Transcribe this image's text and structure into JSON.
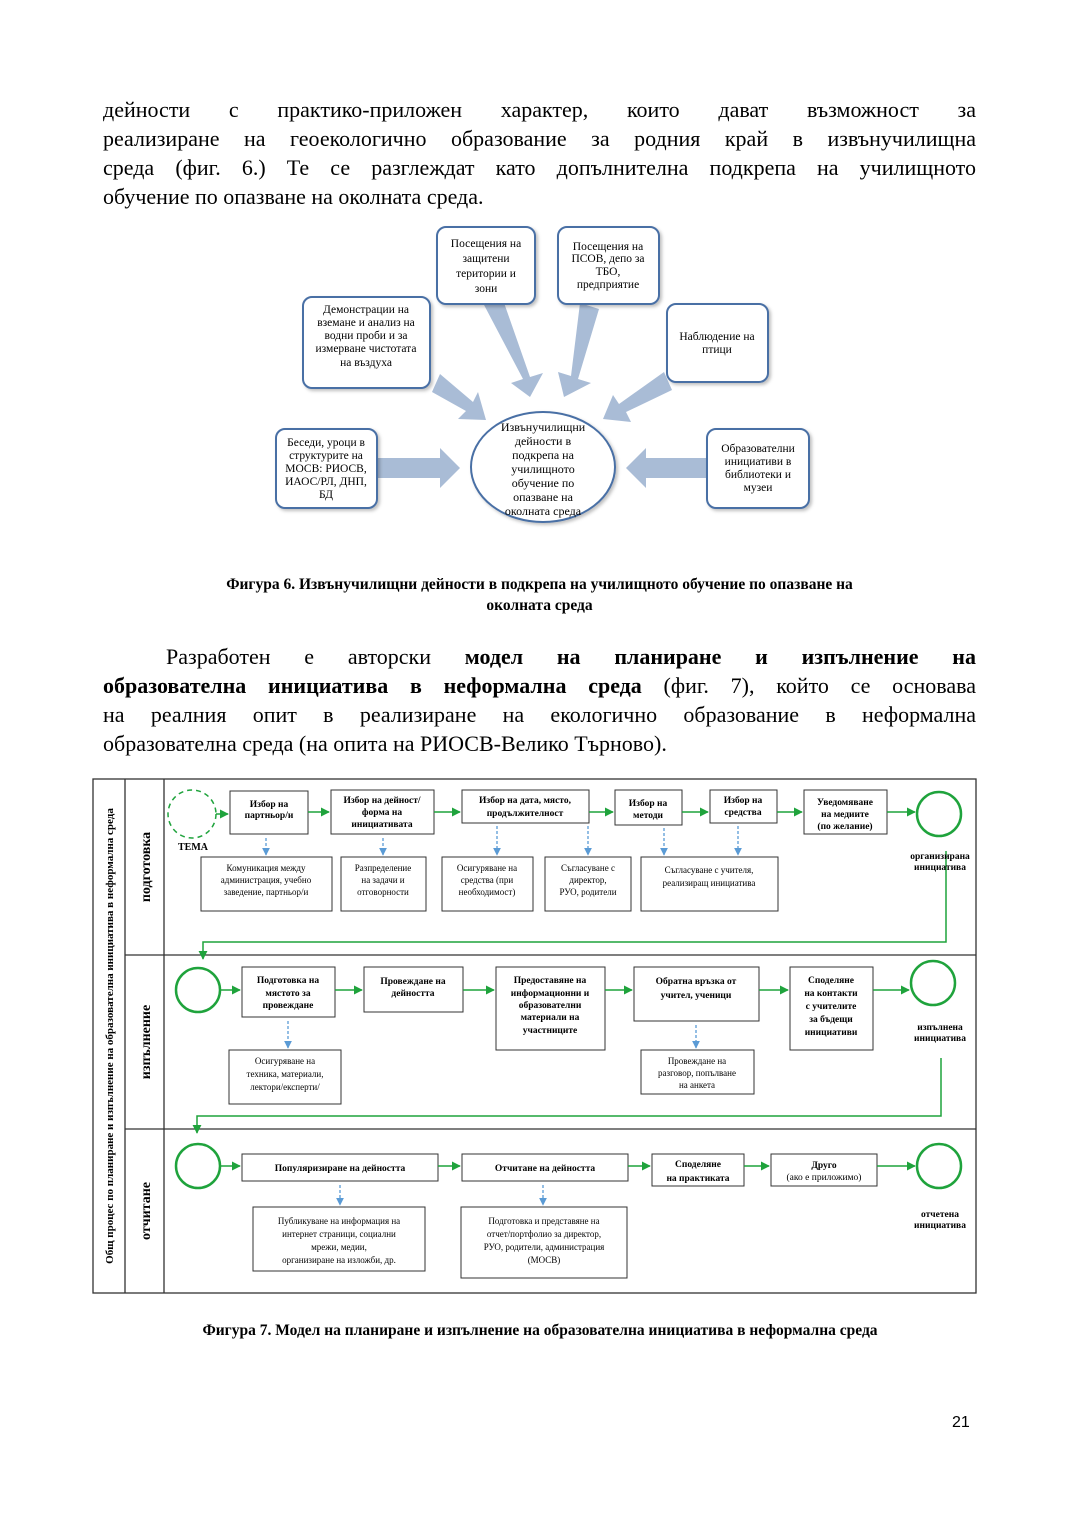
{
  "paragraph1": {
    "lines": [
      "дейности с практико-приложен характер, които дават възможност за",
      "реализиране на геоекологично образование за родния край в извънучилищна",
      "среда (фиг. 6.) Те се разглеждат като допълнителна подкрепа на училищното",
      "обучение по опазване на околната среда."
    ]
  },
  "figure6": {
    "center": [
      "Извънучилищни",
      "дейности в",
      "подкрепа на",
      "училищното",
      "обучение по",
      "опазване на",
      "околната среда"
    ],
    "boxes": {
      "top_left": [
        "Посещения на",
        "защитени",
        "територии и",
        "зони"
      ],
      "top_right": [
        "Посещения на",
        "ПСОВ, депо за",
        "ТБО,",
        "предприятие"
      ],
      "mid_left": [
        "Демонстрации на",
        "вземане и анализ на",
        "водни проби и за",
        "измерване чистотата",
        "на въздуха"
      ],
      "mid_right": [
        "Наблюдение на",
        "птици"
      ],
      "low_left": [
        "Беседи, уроци в",
        "структурите на",
        "МОСВ: РИОСВ,",
        "ИАОС/РЛ, ДНП,",
        "БД"
      ],
      "low_right": [
        "Образователни",
        "инициативи в",
        "библиотеки и",
        "музеи"
      ]
    },
    "caption": [
      "Фигура 6. Извънучилищни дейности в подкрепа на училищното обучение по опазване на",
      "околната среда"
    ]
  },
  "paragraph2": {
    "line1": {
      "normal": "Разработен е авторски ",
      "bold": "модел на планиране и изпълнение на"
    },
    "line2": {
      "bold": "образователна инициатива в неформална среда",
      "normal": " (фиг. 7), който се основава"
    },
    "line3": "на реалния опит в реализиране на екологично образование в неформална",
    "line4": "образователна среда (на опита на РИОСВ-Велико Търново)."
  },
  "figure7": {
    "vertical_title": "Общ процес по планиране и изпълнение на образователна инициатива в неформална среда",
    "lanes": [
      "подготовка",
      "изпълнение",
      "отчитане"
    ],
    "lane1": {
      "start_label": "ТЕМА",
      "steps": [
        [
          "Избор на",
          "партньор/и"
        ],
        [
          "Избор на дейност/",
          "форма на",
          "инициативата"
        ],
        [
          "Избор на дата, място,",
          "продължителност"
        ],
        [
          "Избор на",
          "методи"
        ],
        [
          "Избор на",
          "средства"
        ],
        [
          "Уведомяване",
          "на медиите",
          "(по желание)"
        ]
      ],
      "subs": [
        [
          "Комуникация между",
          "администрация, учебно",
          "заведение, партньор/и"
        ],
        [
          "Разпределение",
          "на задачи и",
          "отговорности"
        ],
        [
          "Осигуряване на",
          "средства (при",
          "необходимост)"
        ],
        [
          "Съгласуване с",
          "директор,",
          "РУО, родители"
        ],
        [
          "Съгласуване с учителя,",
          "реализиращ инициатива"
        ]
      ],
      "end_label": [
        "организирана",
        "инициатива"
      ]
    },
    "lane2": {
      "steps": [
        [
          "Подготовка на",
          "мястото за",
          "провеждане"
        ],
        [
          "Провеждане на",
          "дейността"
        ],
        [
          "Предоставяне на",
          "информационни и",
          "образователни",
          "материали на",
          "участниците"
        ],
        [
          "Обратна връзка от",
          "учител, ученици"
        ],
        [
          "Споделяне",
          "на контакти",
          "с учителите",
          "за бъдещи",
          "инициативи"
        ]
      ],
      "subs": [
        [
          "Осигуряване на",
          "техника, материали,",
          "лектори/експерти/"
        ],
        [
          "Провеждане на",
          "разговор, попълване",
          "на анкета"
        ]
      ],
      "end_label": [
        "изпълнена",
        "инициатива"
      ]
    },
    "lane3": {
      "steps": [
        [
          "Популяризиране на дейността"
        ],
        [
          "Отчитане на дейността"
        ],
        [
          "Споделяне",
          "на практиката"
        ],
        [
          "Друго",
          "(ако е приложимо)"
        ]
      ],
      "subs": [
        [
          "Публикуване на информация на",
          "интернет страници, социални",
          "мрежи, медии,",
          "организиране на изложби, др."
        ],
        [
          "Подготовка и представяне на",
          "отчет/портфолио за директор,",
          "РУО, родители, администрация",
          "(МОСВ)"
        ]
      ],
      "end_label": [
        "отчетена",
        "инициатива"
      ]
    },
    "caption": "Фигура 7. Модел на планиране и изпълнение на образователна инициатива в неформална среда"
  },
  "page_number": "21",
  "colors": {
    "fig6_box_border": "#4a6fa5",
    "fig6_arrow": "#a9bcd6",
    "fig7_green": "#1fa33c",
    "fig7_arrow_blue": "#5b9bd5"
  }
}
